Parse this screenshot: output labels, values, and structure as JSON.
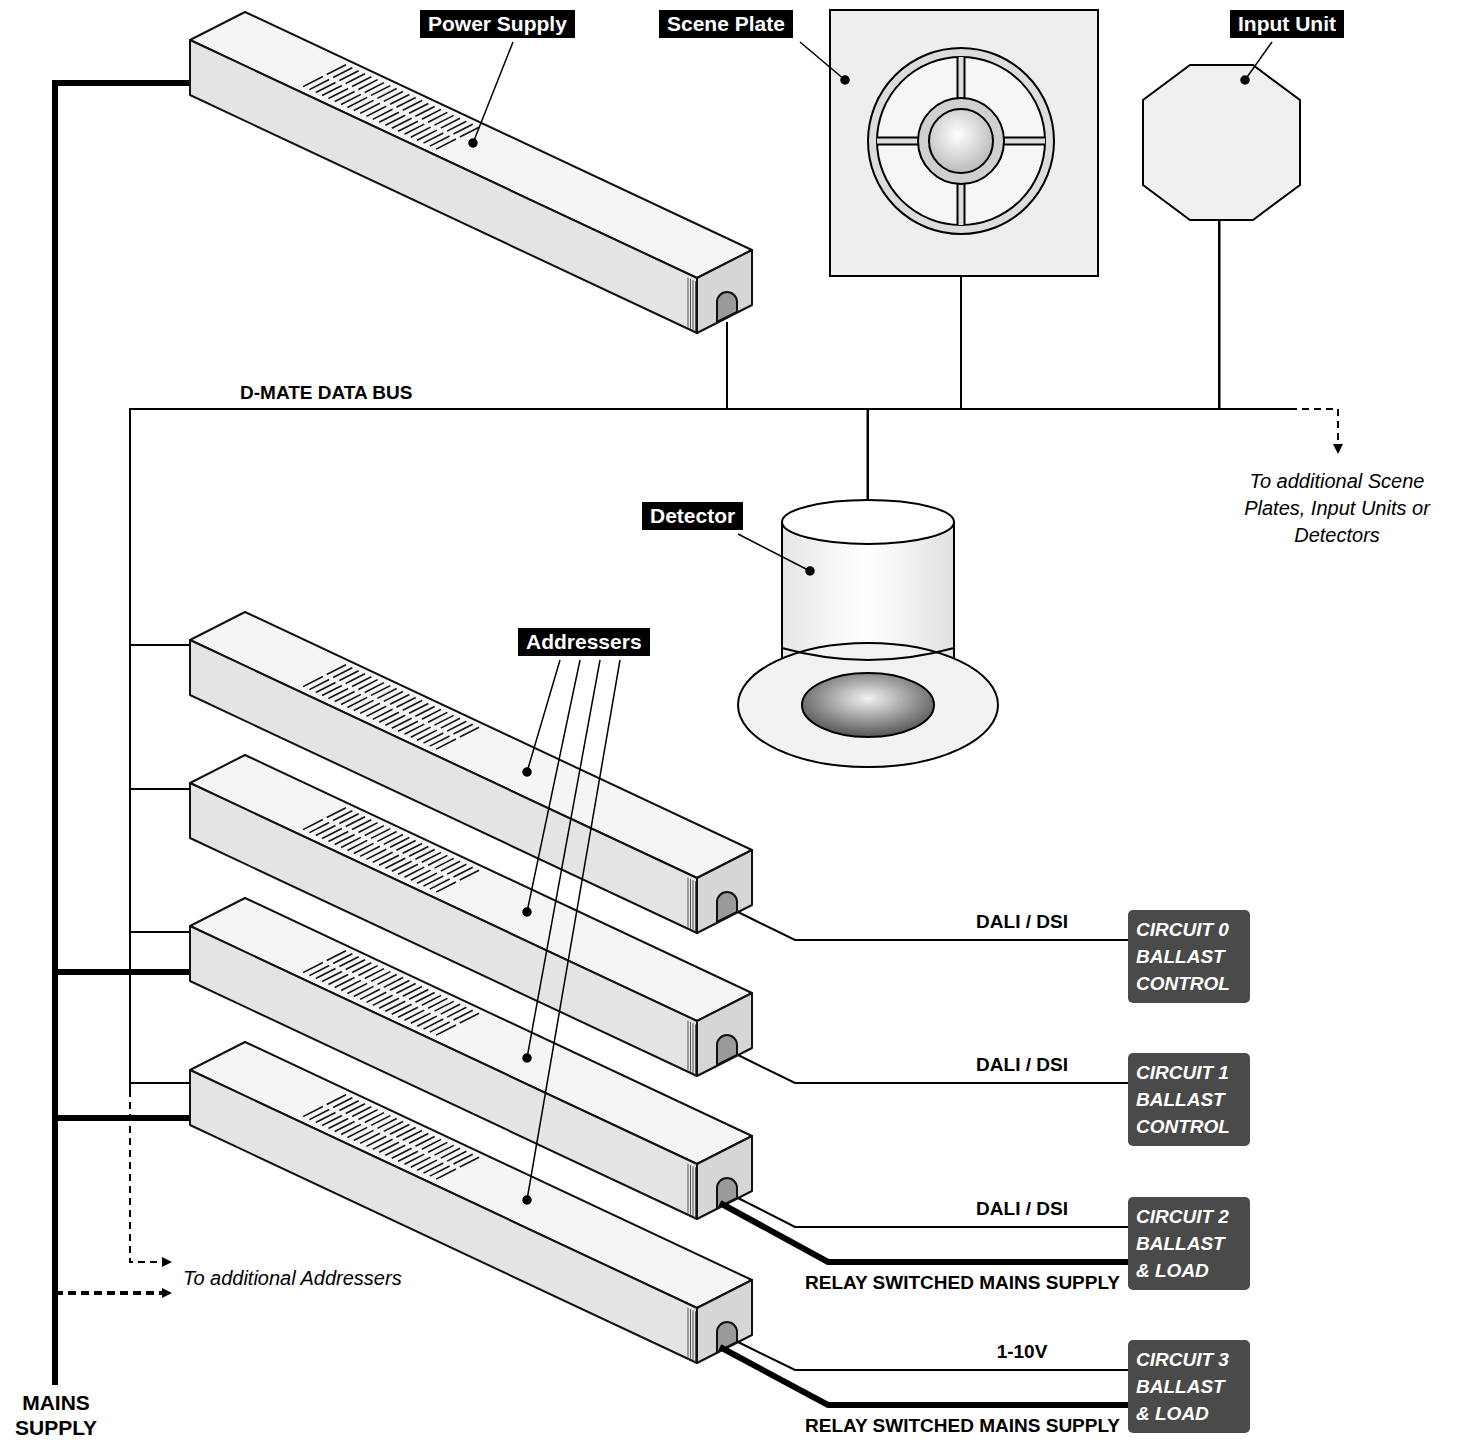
{
  "diagram": {
    "nodes": [
      {
        "text": [
          "Power Supply"
        ]
      },
      {
        "text": [
          "Scene Plate"
        ]
      },
      {
        "text": [
          "Input Unit"
        ]
      },
      {
        "text": [
          "Detector"
        ]
      },
      {
        "text": [
          "CIRCUIT 0 BALLAST CONTROL"
        ]
      },
      {
        "text": [
          "CIRCUIT 1 BALLAST CONTROL"
        ]
      },
      {
        "text": [
          "CIRCUIT 2 BALLAST & LOAD"
        ]
      },
      {
        "text": [
          "CIRCUIT 3 BALLAST & LOAD"
        ]
      }
    ],
    "edges": [
      {
        "from": 0,
        "to": 1,
        "arrow": "none"
      },
      {
        "from": 0,
        "to": 2,
        "arrow": "none"
      },
      {
        "from": 0,
        "to": 3,
        "arrow": "none"
      }
    ],
    "labels": [
      "D-MATE DATA BUS",
      "To additional Scene Plates, Input Units or Detectors",
      "Addressers",
      "DALI / DSI",
      "DALI / DSI",
      "DALI / DSI",
      "RELAY SWITCHED MAINS SUPPLY",
      "1-10V",
      "RELAY SWITCHED MAINS SUPPLY",
      "To additional Addressers",
      "MAINS SUPPLY"
    ]
  }
}
